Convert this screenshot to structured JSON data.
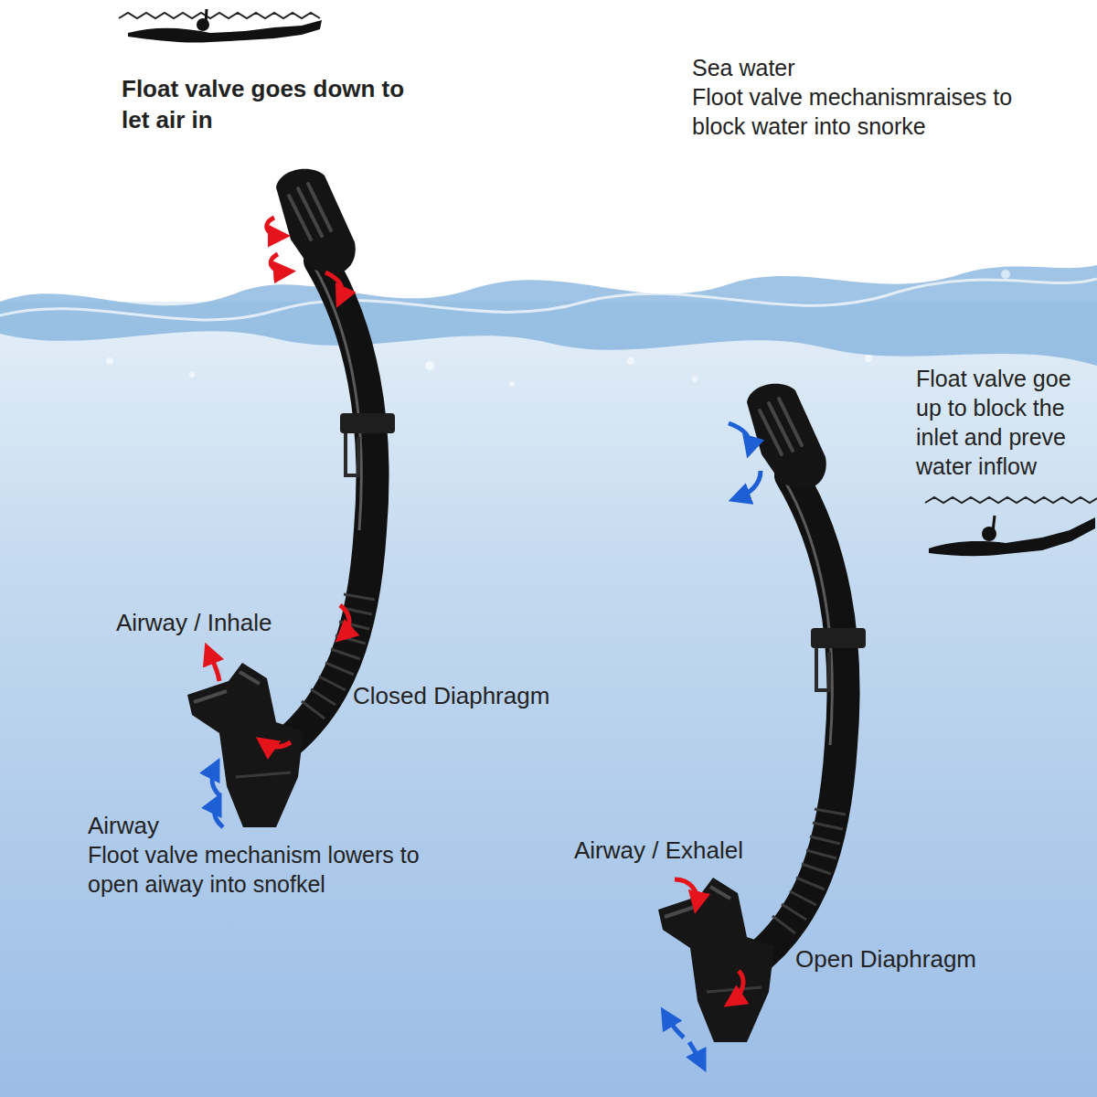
{
  "diagram": {
    "labels": [
      "Float valve goes down to let air in",
      "Sea water",
      "Floot valve mechanismraises to block water into snorke",
      "Float valve goe up to block the inlet and preve water inflow",
      "Airway / Inhale",
      "Closed Diaphragm",
      "Airway",
      "Floot valve mechanism lowers to open aiway into snofkel",
      "Airway / Exhalel",
      "Open Diaphragm"
    ]
  }
}
